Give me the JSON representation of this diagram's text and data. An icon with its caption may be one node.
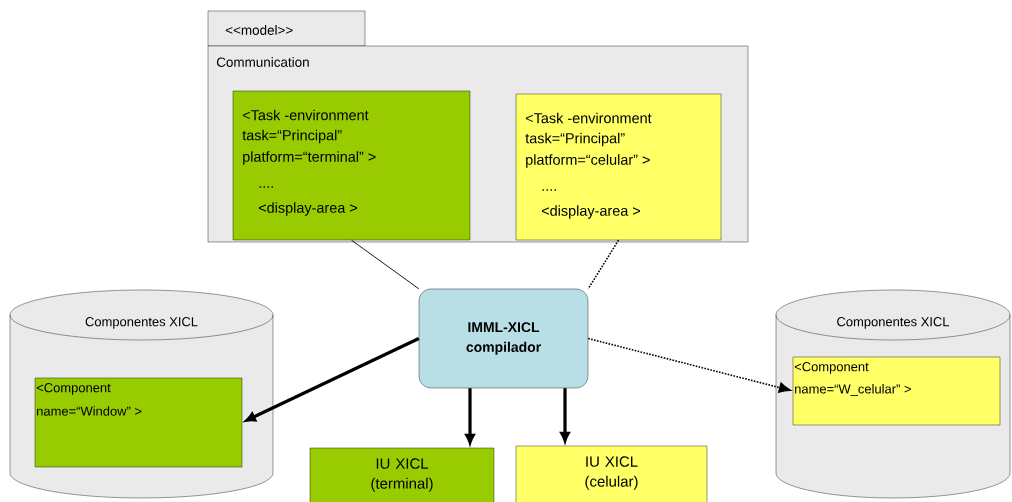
{
  "diagram": {
    "nodes": [
      {
        "text": [
          "<<model>>",
          "Communication"
        ]
      },
      {
        "text": [
          "<Task -environment",
          "task=“Principal”",
          "platform=“terminal” >",
          "....",
          "<display-area >"
        ],
        "in": 0
      },
      {
        "text": [
          "<Task -environment",
          "task=“Principal”",
          "platform=“celular” >",
          "....",
          "<display-area >"
        ],
        "in": 0
      },
      {
        "text": [
          "Componentes XICL"
        ]
      },
      {
        "text": [
          "<Component",
          "name=“Window” >"
        ],
        "in": 3
      },
      {
        "text": [
          "IMML-XICL compilador"
        ]
      },
      {
        "text": [
          "Componentes XICL"
        ]
      },
      {
        "text": [
          "<Component",
          "name=“W_celular” >"
        ],
        "in": 6
      },
      {
        "text": [
          "IU XICL (terminal)"
        ]
      },
      {
        "text": [
          "IU XICL (celular)"
        ]
      }
    ],
    "edges": [
      {
        "from": 1,
        "to": 5,
        "arrow": "none"
      },
      {
        "from": 5,
        "to": 4,
        "arrow": "to",
        "style": "thick"
      },
      {
        "from": 2,
        "to": 5,
        "arrow": "none",
        "style": "dashed"
      },
      {
        "from": 5,
        "to": 7,
        "arrow": "to",
        "style": "dashed"
      },
      {
        "from": 5,
        "to": 8,
        "arrow": "to",
        "style": "thick"
      },
      {
        "from": 5,
        "to": 9,
        "arrow": "to",
        "style": "thick"
      }
    ]
  }
}
